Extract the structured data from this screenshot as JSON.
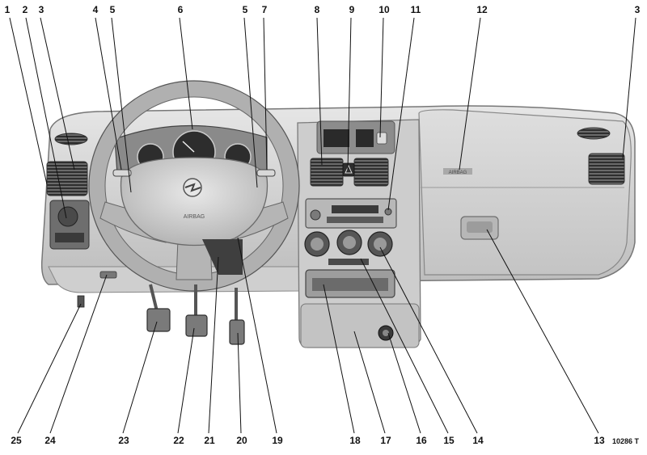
{
  "figure": {
    "code": "10286 T",
    "badge_text": "AIRBAG"
  },
  "callouts_top": [
    "1",
    "2",
    "3",
    "4",
    "5",
    "6",
    "5",
    "7",
    "8",
    "9",
    "10",
    "11",
    "12",
    "3"
  ],
  "callouts_bottom": [
    "25",
    "24",
    "23",
    "22",
    "21",
    "20",
    "19",
    "18",
    "17",
    "16",
    "15",
    "14",
    "13"
  ],
  "colors": {
    "dash": "#d4d4d4",
    "dash_shadow": "#9a9a9a",
    "dark": "#5a5a5a",
    "ink": "#111111"
  }
}
